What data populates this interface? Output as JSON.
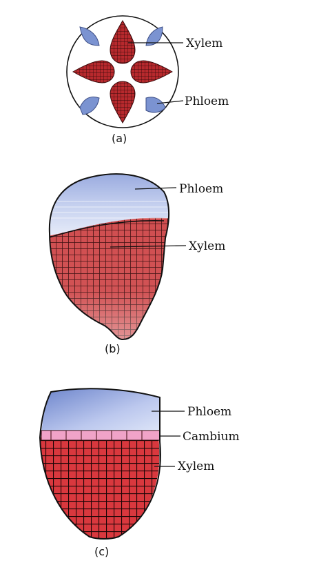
{
  "diagram_a": {
    "caption": "(a)",
    "labels": {
      "xylem": "Xylem",
      "phloem": "Phloem"
    }
  },
  "diagram_b": {
    "caption": "(b)",
    "labels": {
      "phloem": "Phloem",
      "xylem": "Xylem"
    }
  },
  "diagram_c": {
    "caption": "(c)",
    "labels": {
      "phloem": "Phloem",
      "cambium": "Cambium",
      "xylem": "Xylem"
    }
  },
  "colors": {
    "xylem": "#c4373b",
    "xylem_dark": "#7a1618",
    "phloem": "#7b93d1",
    "phloem_light": "#dfe6f7",
    "cambium": "#f0a3c8",
    "outline": "#111111"
  }
}
